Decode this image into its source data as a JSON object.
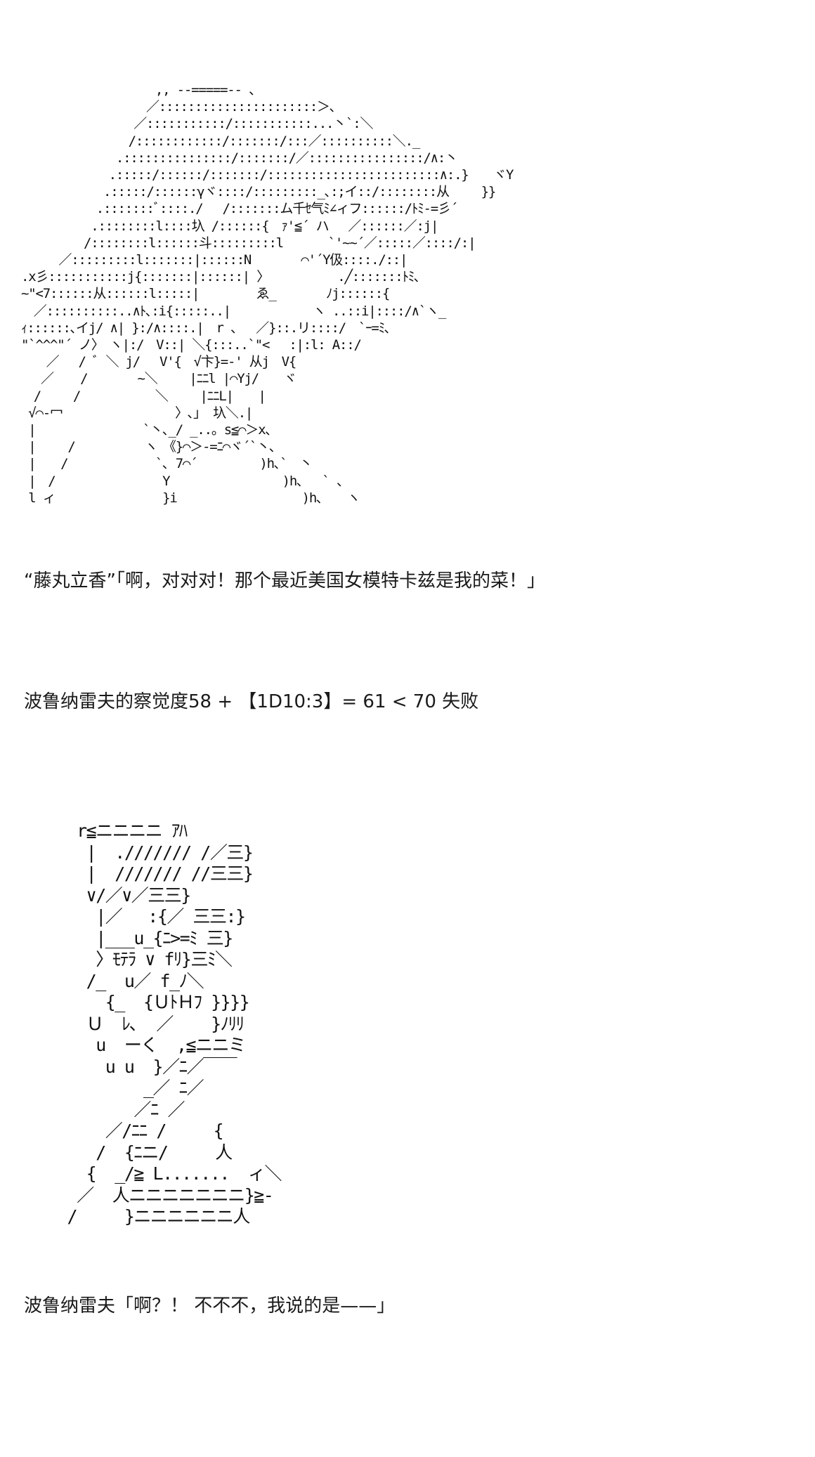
{
  "art": {
    "top": "  　　　　　　　　　 ,, --=====-- 、\n　　　　　　　　　　／::::::::::::::::::::::＞､\n　　　　　　　　　／:::::::::::/:::::::::::...丶`:＼\n　　　　　　　　 /::::::::::::/:::::::/:::／::::::::::＼._\n　　　　　　　 .:::::::::::::::/:::::::/／::::::::::::::::/∧:丶\n　　　　　　　.:::::/::::::/:::::::/::::::::::::::::::::::::∧:.}　　ヾY\n　　　　　　 .:::::/::::::γヾ::::/:::::::::_､:;イ::/::::::::从　　 }}\n　　　　　　.:::::::ﾞ::::./ 　/:::::::ム千ｾ气ﾐ∠ィフ::::::/ﾄﾐ-=彡´\n　　　　　 .::::::::l::::圦 /::::::{　ｧ'≦´ ハ　 ／::::::／:j|\n　　　　　/::::::::l::::::斗:::::::::l 　　　`'~~´／:::::／::::/:|\n　　　／:::::::::l:::::::|::::::N　　　　⌒'´Y伋::::./::|\n.x彡:::::::::::j{:::::::|::::::| 〉　　　　　　.╱:::::::ﾄﾐ､\n~\"<7::::::从::::::l:::::|　　　　 ゑ_　　　　ﾉj::::::{\n　／::::::::::..∧ﾄ､:i{:::::..|　　　　　　 ヽ ..::i|::::/∧`ヽ_\nｨ::::::､イj/ ∧| }:/∧::::.|　r 、　 ／}::.リ::::/　`ｰ=ﾐ､\n\"`^^^\"´ ノ〉　ヽ|:/　V::| ＼{:::..`\"< 　:|:l: A::/\n　　／ 　/ ﾞ ＼ j/　 V'{　√卞}=-' 从j　V{\n　 ／ 　 /　　　　~＼　　 |ﾆﾆl |⌒Yj/　　ヾ\n　/　　 /　　　　　　＼ 　　|ﾆﾆL|　　|\n √⌒‐冖　　　　　　　　　〉､」 圦＼.|\n |　　　　　　　　 `丶､_/ _..。s≦⌒＞x､\n |　　 /　　　　　 ヽ　《}⌒＞-=ﾆ⌒ヾ´`丶､\n |　　/　　　　　　　`､ 7⌒´　　　　　)h､`　丶\n |　/　　　　　　　　 Y　　　　　　　　　)h､　 ` 、\n l ィ　　　　　　　　 }i　　　　　　　　　　)h､　　ヽ",
    "bottom": "  r≦ニニニニ ｱﾊ\n   |  ./////// /／三}\n   |  /////// //三三}\n   ∨/／∨／三三}\n    |／　 :{／ 三三:}\n    |___u_{ﾆ>=ﾐ 三}\n    〉ﾓﾃﾗ ∨ fﾘ}三ﾐ＼\n   /_  u／ f_ﾉ＼\n     {_  {ＵﾄＨﾌ }}}}\n   Ｕ  ﾚ､  ／    }ﾉﾘﾘ\n    u  ーく  ,≦ニニミ\n     u u  }／ﾆ／￣￣\n         _／ ﾆ／\n        ／ﾆ ／\n     ／/ﾆﾆ /     {\n    /  {ﾆニ/     人\n   {  _/≧ L.......  ィ＼\n  ／  人ニニニニニニニ}≧-\n /     }ニニニニニニ人"
  },
  "texts": {
    "line1": "“藤丸立香”「啊，对对对！那个最近美国女模特卡兹是我的菜！」",
    "line2": "波鲁纳雷夫的察觉度58 + 【1D10:3】= 61 < 70 失败",
    "line3": "波鲁纳雷夫「啊？！ 不不不，我说的是——」"
  }
}
